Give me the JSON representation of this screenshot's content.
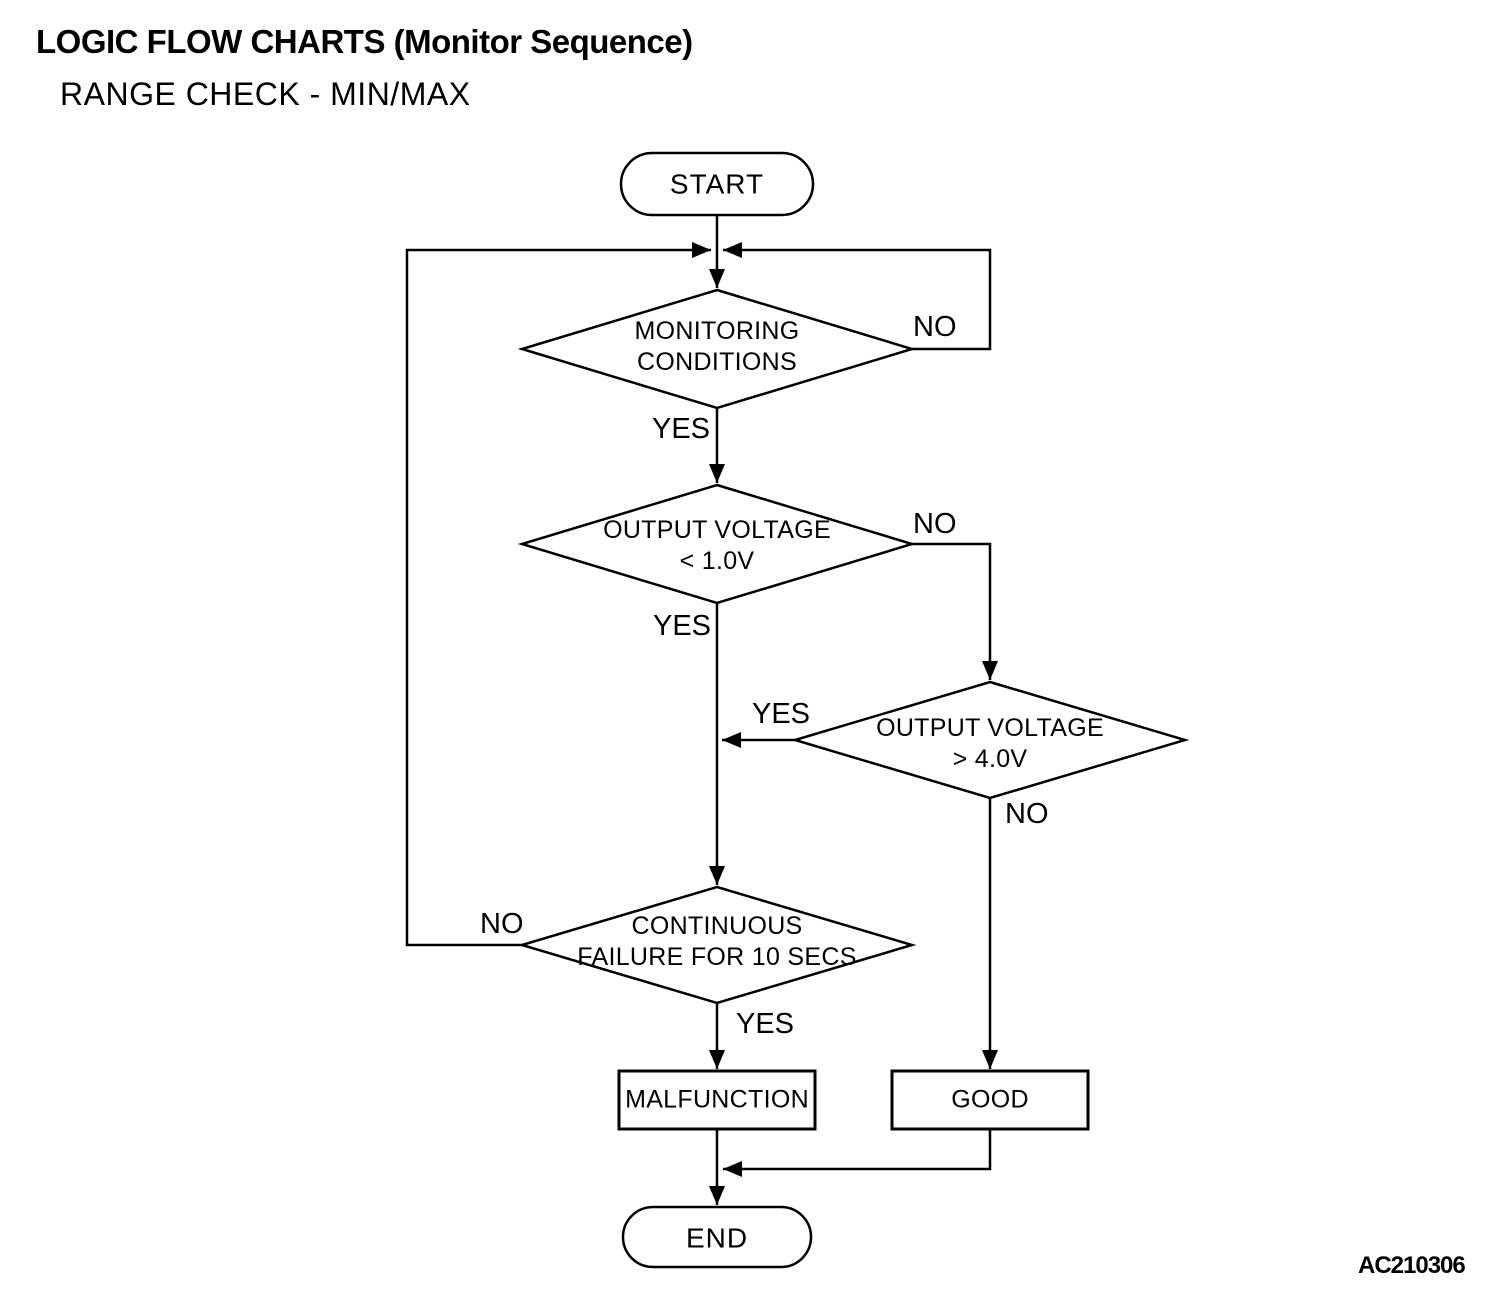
{
  "title": "LOGIC FLOW CHARTS (Monitor Sequence)",
  "subtitle": "RANGE CHECK - MIN/MAX",
  "figure_code": "AC210306",
  "colors": {
    "ink": "#000000",
    "background": "#ffffff"
  },
  "flowchart": {
    "nodes": {
      "start": {
        "type": "terminator",
        "label": "START"
      },
      "monitoring_conditions": {
        "type": "decision",
        "label": "MONITORING\nCONDITIONS"
      },
      "output_voltage_lt_1_0v": {
        "type": "decision",
        "label": "OUTPUT VOLTAGE\n< 1.0V"
      },
      "output_voltage_gt_4_0v": {
        "type": "decision",
        "label": "OUTPUT VOLTAGE\n> 4.0V"
      },
      "continuous_failure_10_secs": {
        "type": "decision",
        "label": "CONTINUOUS\nFAILURE FOR 10 SECS"
      },
      "malfunction": {
        "type": "process",
        "label": "MALFUNCTION"
      },
      "good": {
        "type": "process",
        "label": "GOOD"
      },
      "end": {
        "type": "terminator",
        "label": "END"
      }
    },
    "edge_labels": {
      "monitoring_no": "NO",
      "monitoring_yes": "YES",
      "voltage_low_no": "NO",
      "voltage_low_yes": "YES",
      "voltage_high_yes": "YES",
      "voltage_high_no": "NO",
      "continuous_no": "NO",
      "continuous_yes": "YES"
    },
    "edges": [
      {
        "from": "start",
        "to": "monitoring_conditions"
      },
      {
        "from": "monitoring_conditions",
        "label": "YES",
        "to": "output_voltage_lt_1_0v"
      },
      {
        "from": "monitoring_conditions",
        "label": "NO",
        "to": "monitoring_conditions"
      },
      {
        "from": "output_voltage_lt_1_0v",
        "label": "YES",
        "to": "continuous_failure_10_secs"
      },
      {
        "from": "output_voltage_lt_1_0v",
        "label": "NO",
        "to": "output_voltage_gt_4_0v"
      },
      {
        "from": "output_voltage_gt_4_0v",
        "label": "YES",
        "to": "continuous_failure_10_secs"
      },
      {
        "from": "output_voltage_gt_4_0v",
        "label": "NO",
        "to": "good"
      },
      {
        "from": "continuous_failure_10_secs",
        "label": "YES",
        "to": "malfunction"
      },
      {
        "from": "continuous_failure_10_secs",
        "label": "NO",
        "to": "monitoring_conditions"
      },
      {
        "from": "malfunction",
        "to": "end"
      },
      {
        "from": "good",
        "to": "end"
      }
    ]
  }
}
